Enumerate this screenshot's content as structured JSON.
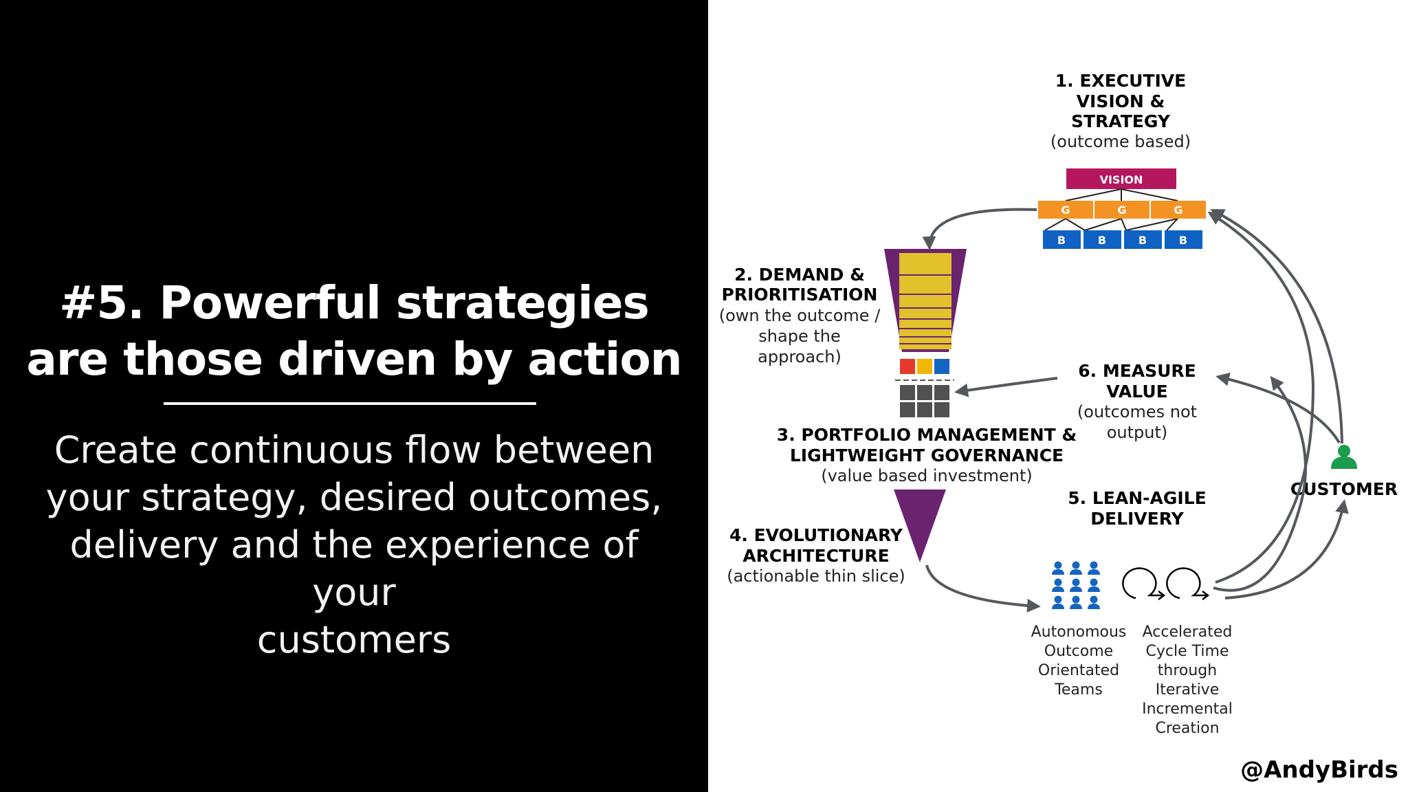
{
  "slide": {
    "title_line1": "#5. Powerful strategies",
    "title_line2": "are those driven by action",
    "subtitle_lines": [
      "Create continuous flow between",
      "your strategy, desired outcomes,",
      "delivery and the experience of your",
      "customers"
    ],
    "handle": "@AndyBirds"
  },
  "diagram": {
    "step1": {
      "lines": [
        "1. EXECUTIVE",
        "VISION &",
        "STRATEGY"
      ],
      "note": "(outcome based)"
    },
    "vision_label": "VISION",
    "goal_label": "G",
    "bet_label": "B",
    "step2": {
      "lines": [
        "2. DEMAND &",
        "PRIORITISATION"
      ],
      "note_lines": [
        "(own the outcome /",
        "shape the",
        "approach)"
      ]
    },
    "step3": {
      "lines": [
        "3. PORTFOLIO MANAGEMENT &",
        "LIGHTWEIGHT GOVERNANCE"
      ],
      "note": "(value based investment)"
    },
    "step4": {
      "lines": [
        "4. EVOLUTIONARY",
        "ARCHITECTURE"
      ],
      "note": "(actionable thin slice)"
    },
    "step5": {
      "lines": [
        "5. LEAN-AGILE",
        "DELIVERY"
      ]
    },
    "step6": {
      "lines": [
        "6. MEASURE",
        "VALUE"
      ],
      "note_lines": [
        "(outcomes not",
        "output)"
      ]
    },
    "customer": "CUSTOMER",
    "teams_lines": [
      "Autonomous",
      "Outcome",
      "Orientated",
      "Teams"
    ],
    "cycle_lines": [
      "Accelerated",
      "Cycle Time",
      "through",
      "Iterative",
      "Incremental",
      "Creation"
    ],
    "colors": {
      "vision": "#b5175e",
      "goal": "#f39324",
      "bet": "#0f62c4",
      "funnel": "#6b2370",
      "backlog": "#e2c12c",
      "red": "#e53a2a",
      "yellow": "#f2b705",
      "blue": "#1565c0",
      "grid": "#505050",
      "customer": "#1a9b4e",
      "arrow": "#55585d"
    }
  }
}
